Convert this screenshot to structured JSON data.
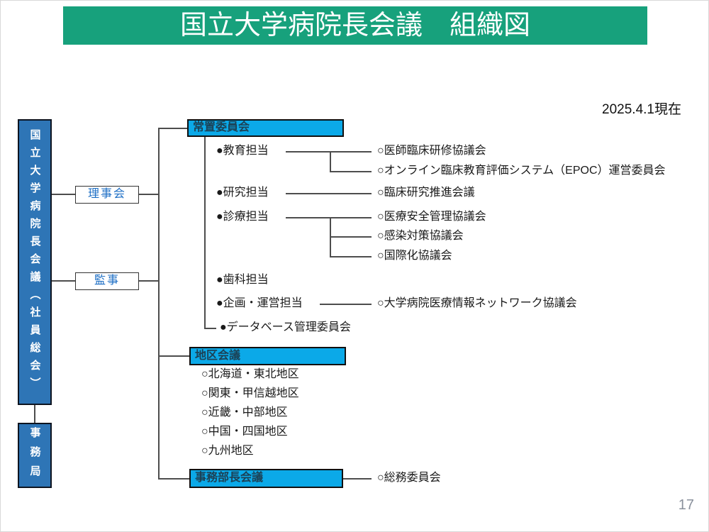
{
  "header": {
    "title": "国立大学病院長会議　組織図"
  },
  "meta": {
    "date_note": "2025.4.1現在",
    "page_number": "17"
  },
  "colors": {
    "title_bar_green": "#17A17C",
    "org_box_blue": "#2E75B6",
    "section_header_cyan": "#0BA9E8",
    "section_header_text": "#1C4155",
    "small_box_text_blue": "#1E6FC5",
    "connector_gray": "#4D4D4D",
    "body_text": "#1A1A1A"
  },
  "org": {
    "general_assembly": "国立大学病院長会議（社員総会）",
    "secretariat": "事務局",
    "board_of_directors": "理事会",
    "auditors": "監事",
    "standing": {
      "title": "常置委員会",
      "education": "●教育担当",
      "education_children": [
        "○医師臨床研修協議会",
        "○オンライン臨床教育評価システム（EPOC）運営委員会"
      ],
      "research": "●研究担当",
      "research_children": [
        "○臨床研究推進会議"
      ],
      "clinical": "●診療担当",
      "clinical_children": [
        "○医療安全管理協議会",
        "○感染対策協議会",
        "○国際化協議会"
      ],
      "dental": "●歯科担当",
      "planning": "●企画・運営担当",
      "planning_children": [
        "○大学病院医療情報ネットワーク協議会"
      ],
      "database": "●データベース管理委員会"
    },
    "district": {
      "title": "地区会議",
      "items": [
        "○北海道・東北地区",
        "○関東・甲信越地区",
        "○近畿・中部地区",
        "○中国・四国地区",
        "○九州地区"
      ]
    },
    "admin": {
      "title": "事務部長会議",
      "children": [
        "○総務委員会"
      ]
    }
  }
}
